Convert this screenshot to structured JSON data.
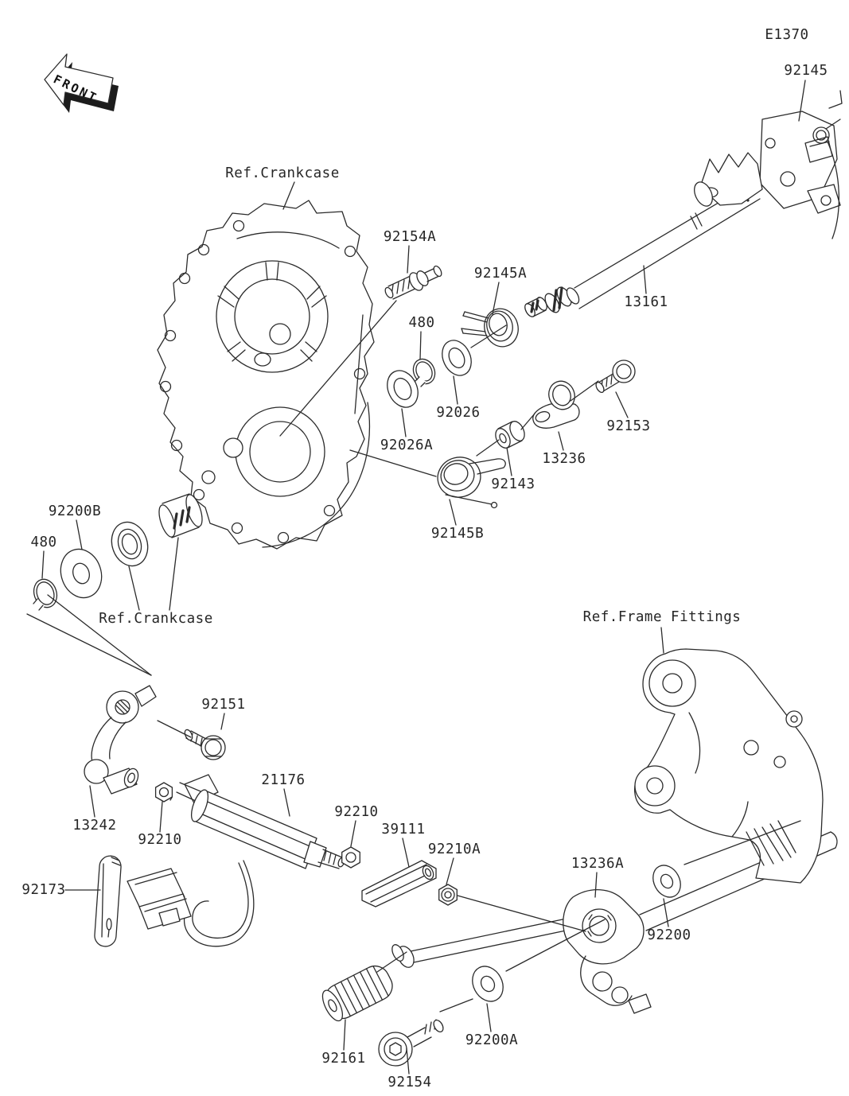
{
  "page": {
    "diagram_code": "E1370",
    "front_label": "FRONT",
    "description": "Gear change mechanism exploded parts diagram"
  },
  "colors": {
    "line": "#2b2b2b",
    "background": "#ffffff"
  },
  "labels": [
    {
      "id": "diagram-code",
      "text": "E1370"
    },
    {
      "id": "part-92145",
      "text": "92145"
    },
    {
      "id": "ref-crankcase-top",
      "text": "Ref.Crankcase"
    },
    {
      "id": "part-92154A",
      "text": "92154A"
    },
    {
      "id": "part-92145A",
      "text": "92145A"
    },
    {
      "id": "part-480-top",
      "text": "480"
    },
    {
      "id": "part-92026",
      "text": "92026"
    },
    {
      "id": "part-92026A",
      "text": "92026A"
    },
    {
      "id": "part-13161",
      "text": "13161"
    },
    {
      "id": "part-92153",
      "text": "92153"
    },
    {
      "id": "part-13236",
      "text": "13236"
    },
    {
      "id": "part-92143",
      "text": "92143"
    },
    {
      "id": "part-92145B",
      "text": "92145B"
    },
    {
      "id": "part-92200B",
      "text": "92200B"
    },
    {
      "id": "part-480-left",
      "text": "480"
    },
    {
      "id": "ref-crankcase-left",
      "text": "Ref.Crankcase"
    },
    {
      "id": "ref-frame-fittings",
      "text": "Ref.Frame Fittings"
    },
    {
      "id": "part-92151",
      "text": "92151"
    },
    {
      "id": "part-13242",
      "text": "13242"
    },
    {
      "id": "part-92210-left",
      "text": "92210"
    },
    {
      "id": "part-21176",
      "text": "21176"
    },
    {
      "id": "part-92210-mid",
      "text": "92210"
    },
    {
      "id": "part-39111",
      "text": "39111"
    },
    {
      "id": "part-92210A",
      "text": "92210A"
    },
    {
      "id": "part-13236A",
      "text": "13236A"
    },
    {
      "id": "part-92200",
      "text": "92200"
    },
    {
      "id": "part-92173",
      "text": "92173"
    },
    {
      "id": "part-92161",
      "text": "92161"
    },
    {
      "id": "part-92154",
      "text": "92154"
    },
    {
      "id": "part-92200A",
      "text": "92200A"
    }
  ]
}
